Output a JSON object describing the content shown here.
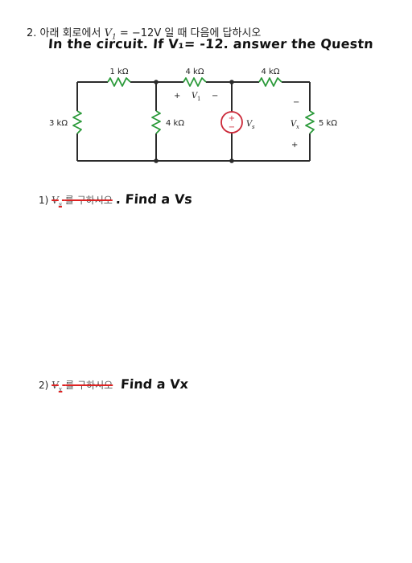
{
  "question": {
    "number": "2.",
    "korean_prefix": "아래 회로에서",
    "condition_var": "V",
    "condition_sub": "1",
    "condition_rest": "= −12V",
    "korean_suffix": "일 때 다음에 답하시오"
  },
  "handwritten_title": "In the circuit. If V₁= -12. answer the Questn",
  "circuit": {
    "labels": {
      "r_top_left": "1 kΩ",
      "r_top_mid": "4 kΩ",
      "r_top_right": "4 kΩ",
      "r_left": "3 kΩ",
      "r_mid": "4 kΩ",
      "r_right": "5 kΩ",
      "v1_plus": "+",
      "v1_name": "V",
      "v1_sub": "1",
      "v1_minus": "−",
      "vs_name": "V",
      "vs_sub": "s",
      "vx_name": "V",
      "vx_sub": "x",
      "vx_minus": "−",
      "vx_plus": "+",
      "src_plus": "+",
      "src_minus": "−"
    },
    "colors": {
      "wire": "#2b2b2b",
      "resistor": "#2b9a3a",
      "source": "#cc2a3a"
    }
  },
  "sub1": {
    "number": "1)",
    "struck_var": "V",
    "struck_sub": "s",
    "struck_text": "를 구하시오",
    "handwritten": ". Find a Vs"
  },
  "sub2": {
    "number": "2)",
    "struck_var": "V",
    "struck_sub": "x",
    "struck_text": "를 구하시오",
    "handwritten": "Find a Vx"
  }
}
